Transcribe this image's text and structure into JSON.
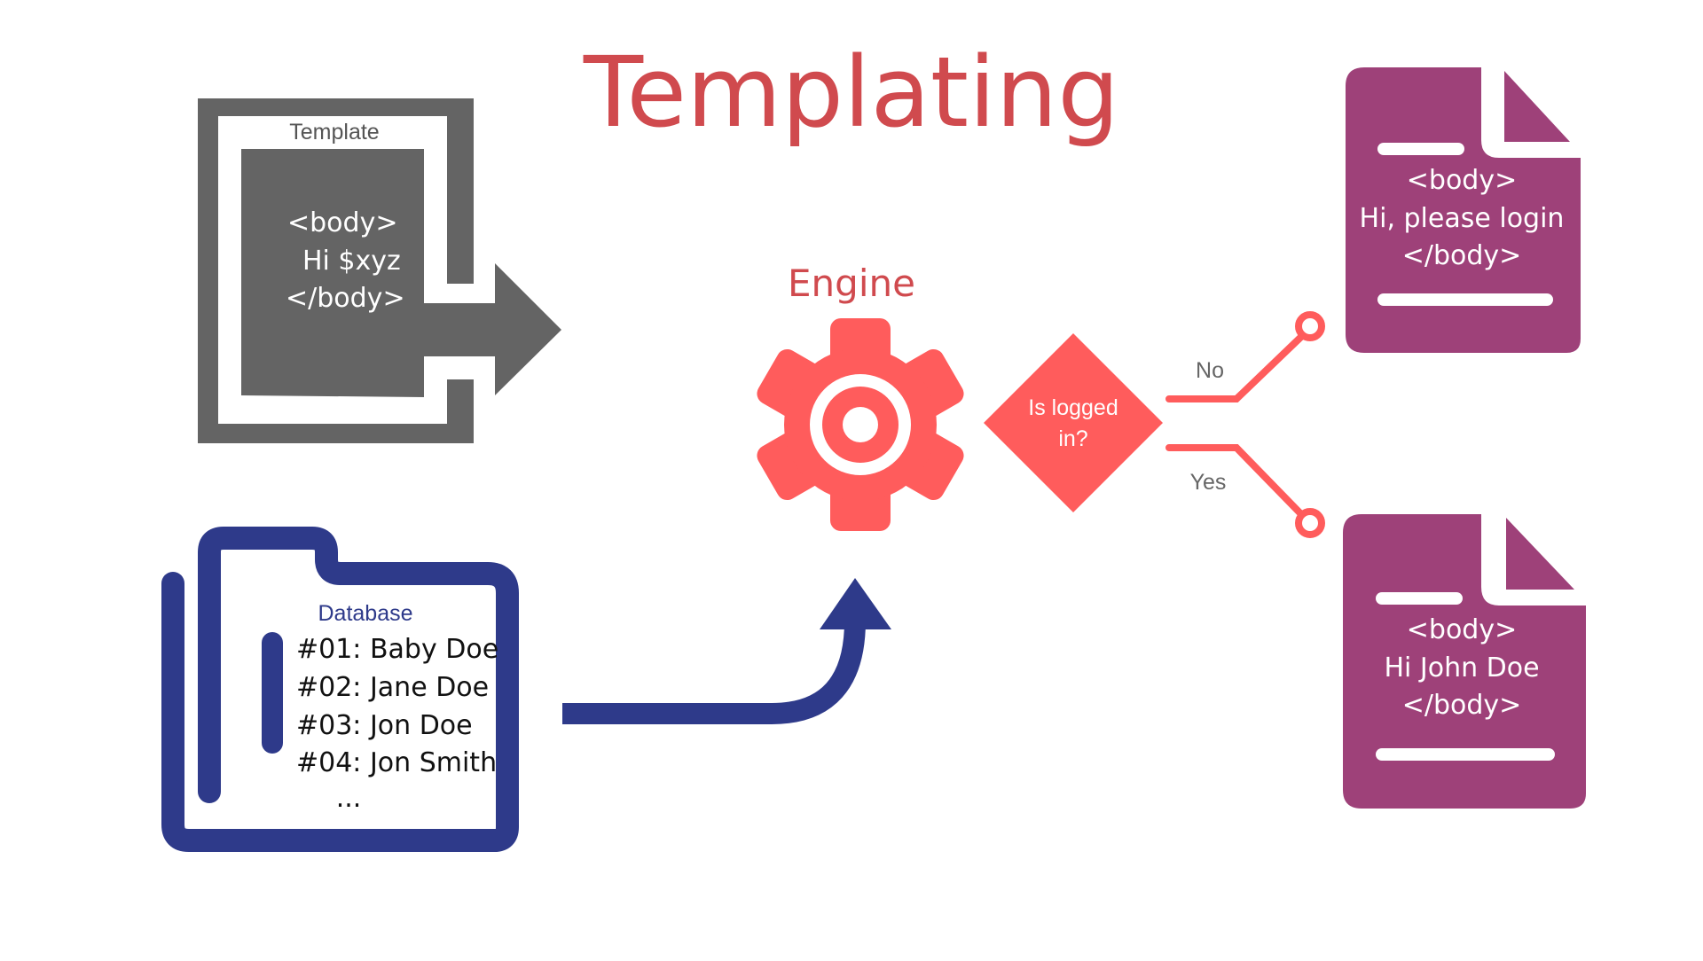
{
  "title": "Templating",
  "colors": {
    "title": "#d04a4e",
    "template_gray": "#646464",
    "engine": "#ff5c5c",
    "database_blue": "#2e3a8a",
    "doc_purple": "#9e4179",
    "branch_label": "#666666",
    "white": "#ffffff"
  },
  "template": {
    "label": "Template",
    "code_lines": [
      "<body>",
      "Hi $xyz",
      "</body>"
    ],
    "icon": "template-import-icon"
  },
  "database": {
    "label": "Database",
    "records": [
      "#01: Baby Doe",
      "#02: Jane Doe",
      "#03: Jon Doe",
      "#04: Jon Smith"
    ],
    "more": "...",
    "icon": "folder-icon"
  },
  "engine": {
    "label": "Engine",
    "icon": "gear-icon"
  },
  "decision": {
    "question_lines": [
      "Is logged",
      "in?"
    ],
    "no_label": "No",
    "yes_label": "Yes"
  },
  "outputs": {
    "not_logged_in": {
      "lines": [
        "<body>",
        "Hi, please login",
        "</body>"
      ],
      "icon": "document-icon"
    },
    "logged_in": {
      "lines": [
        "<body>",
        "Hi John Doe",
        "</body>"
      ],
      "icon": "document-icon"
    }
  }
}
